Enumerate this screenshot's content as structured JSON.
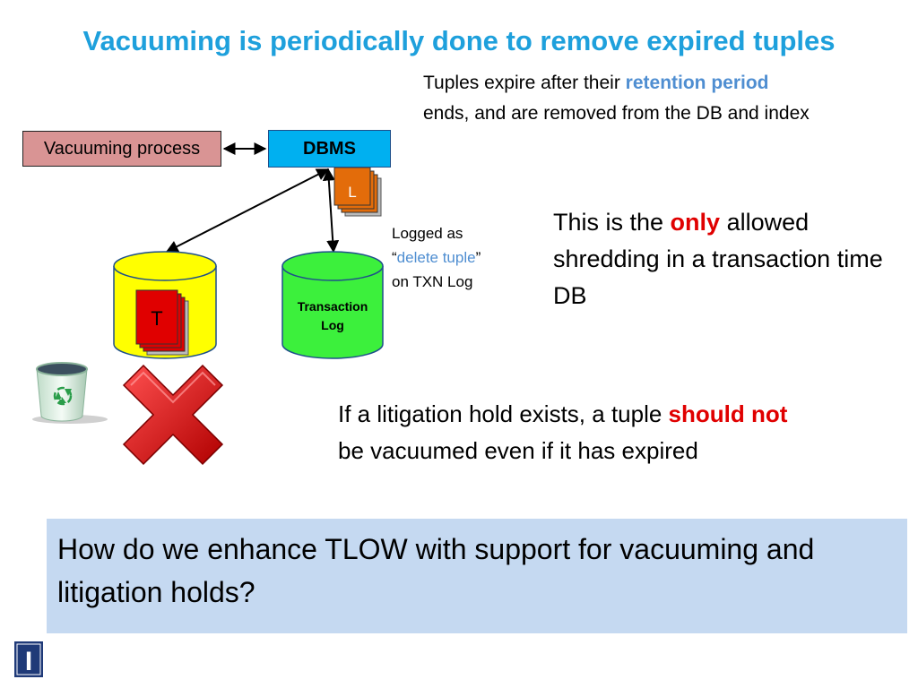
{
  "title": "Vacuuming is periodically done to remove expired tuples",
  "top_note": {
    "before": "Tuples expire after their ",
    "highlight": "retention period",
    "after": "ends, and are removed from the DB and index"
  },
  "diagram": {
    "vacuuming_process": "Vacuuming process",
    "dbms": "DBMS",
    "log_record": "L",
    "tuple_record": "T",
    "transaction_log": "Transaction Log",
    "logged_note": {
      "line1": "Logged as",
      "open_quote": "“",
      "highlight": "delete tuple",
      "close_quote": "”",
      "line3": "on TXN Log"
    }
  },
  "only_note": {
    "before": "This is the ",
    "highlight": "only",
    "after": " allowed shredding in a transaction time DB"
  },
  "hold_note": {
    "before": "If a litigation hold exists, a tuple ",
    "highlight": "should not",
    "after": "be vacuumed even if it has expired"
  },
  "question": "How do we enhance TLOW with support for vacuuming and litigation holds?",
  "logo": "I",
  "colors": {
    "title": "#1ea0dc",
    "highlight_blue": "#4f8ed1",
    "highlight_red": "#e00000",
    "vacuum_box": "#d99494",
    "dbms_box": "#00b0f0",
    "database_cylinder": "#ffff00",
    "log_cylinder": "#3cf03c",
    "record_tuple": "#e00000",
    "record_log": "#e36c0a",
    "question_background": "#c5d9f1",
    "logo": "#1f3a78"
  },
  "icons": [
    "recycle-bin-icon",
    "red-x-icon",
    "illinois-logo-icon"
  ]
}
